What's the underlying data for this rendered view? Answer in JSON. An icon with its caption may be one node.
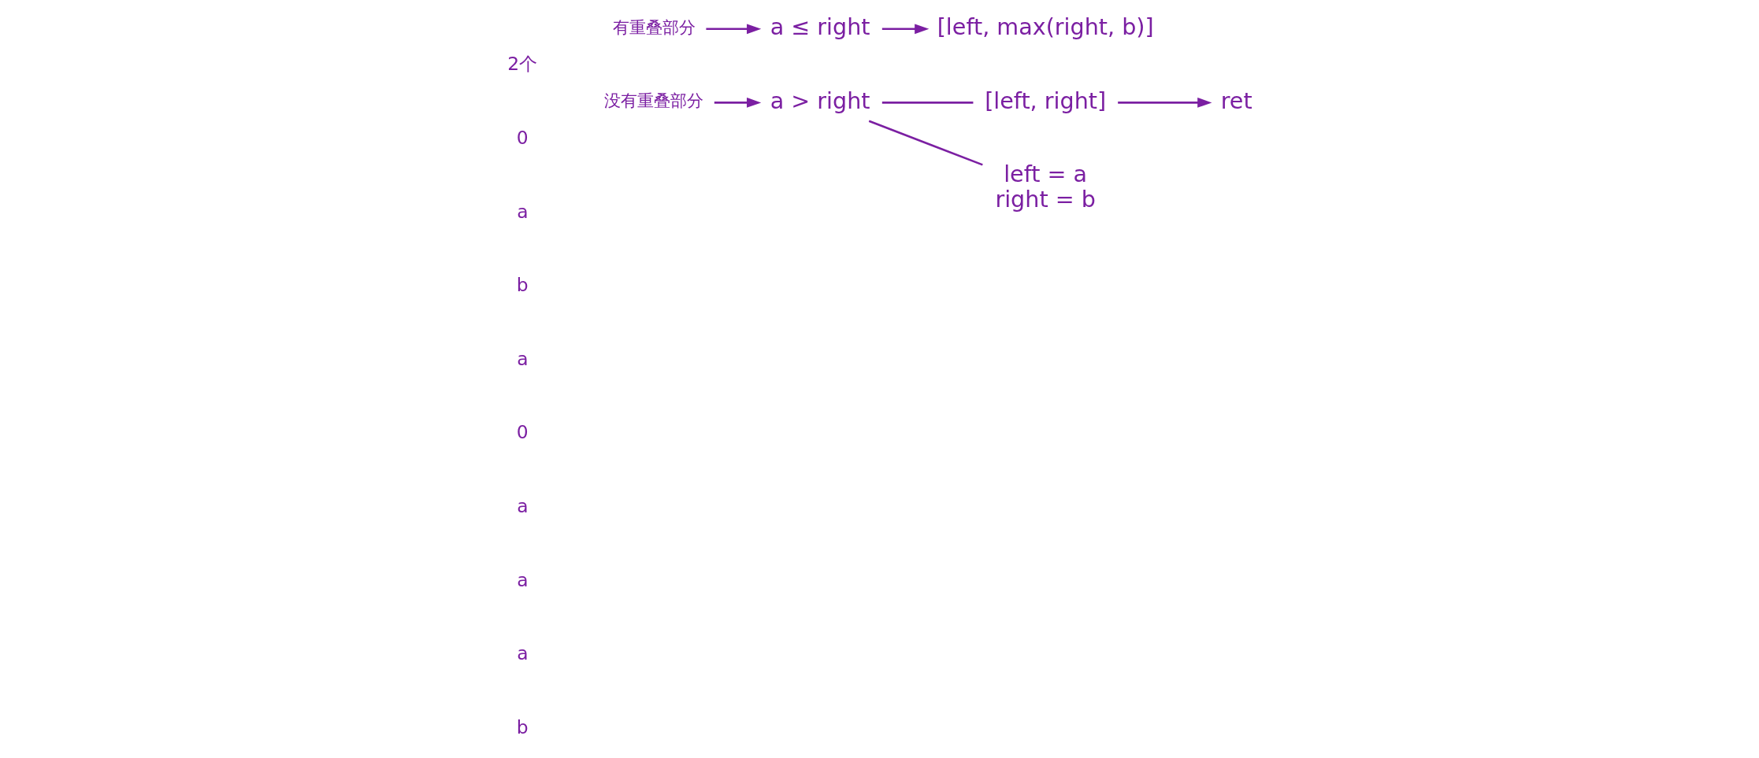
{
  "diagram": {
    "nodes": [
      {
        "text": [
          "有重叠部分"
        ]
      },
      {
        "text": [
          "a ≤ right"
        ]
      },
      {
        "text": [
          "[left, max(right, b)]"
        ]
      },
      {
        "text": [
          "没有重叠部分"
        ]
      },
      {
        "text": [
          "a > right"
        ]
      },
      {
        "text": [
          "[left, right]"
        ]
      },
      {
        "text": [
          "ret"
        ]
      },
      {
        "text": [
          "left = a",
          "right = b"
        ]
      }
    ],
    "edges": [
      {
        "from": 0,
        "to": 1,
        "arrow": "to"
      },
      {
        "from": 1,
        "to": 2,
        "arrow": "to"
      },
      {
        "from": 3,
        "to": 4,
        "arrow": "to"
      },
      {
        "from": 4,
        "to": 5,
        "arrow": "none"
      },
      {
        "from": 5,
        "to": 6,
        "arrow": "to"
      },
      {
        "from": 4,
        "to": 7,
        "arrow": "none"
      }
    ],
    "labels": [
      "2个",
      "0",
      "a",
      "b",
      "a",
      "0",
      "a",
      "a",
      "a",
      "b"
    ]
  }
}
